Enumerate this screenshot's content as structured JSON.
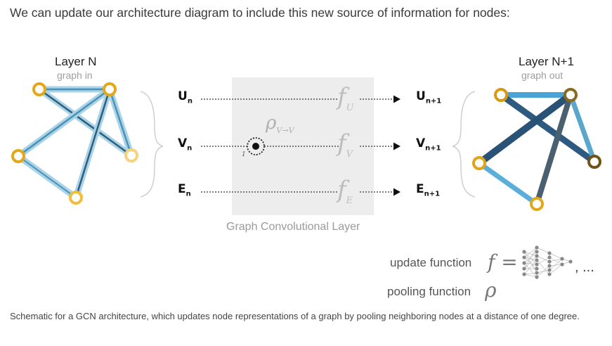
{
  "intro_text": "We can update our architecture diagram to include this new source of information for nodes:",
  "layer_in": {
    "title": "Layer N",
    "subtitle": "graph in"
  },
  "layer_out": {
    "title": "Layer N+1",
    "subtitle": "graph out"
  },
  "inputs": [
    {
      "symbol": "U",
      "sub": "n"
    },
    {
      "symbol": "V",
      "sub": "n"
    },
    {
      "symbol": "E",
      "sub": "n"
    }
  ],
  "outputs": [
    {
      "symbol": "U",
      "sub": "n+1"
    },
    {
      "symbol": "V",
      "sub": "n+1"
    },
    {
      "symbol": "E",
      "sub": "n+1"
    }
  ],
  "functions": [
    {
      "symbol": "f",
      "sub": "U"
    },
    {
      "symbol": "f",
      "sub": "V"
    },
    {
      "symbol": "f",
      "sub": "E"
    }
  ],
  "pooling": {
    "symbol": "ρ",
    "sub": "V→V"
  },
  "gcl_label": "Graph Convolutional Layer",
  "legend": {
    "update_label": "update function",
    "update_symbol": "f =",
    "ellipsis": ", ...",
    "pooling_label": "pooling function",
    "pooling_symbol": "ρ"
  },
  "caption": "Schematic for a GCN architecture, which updates node representations of a graph by pooling neighboring nodes at a distance of one degree.",
  "colors": {
    "edge_light": "#a9d3e6",
    "edge_core": "#4a90b8",
    "edge_dark": "#2f5d7e",
    "node_gold": "#e3a81a",
    "node_light": "#f7d27a",
    "node_dark": "#8a6a1c"
  }
}
